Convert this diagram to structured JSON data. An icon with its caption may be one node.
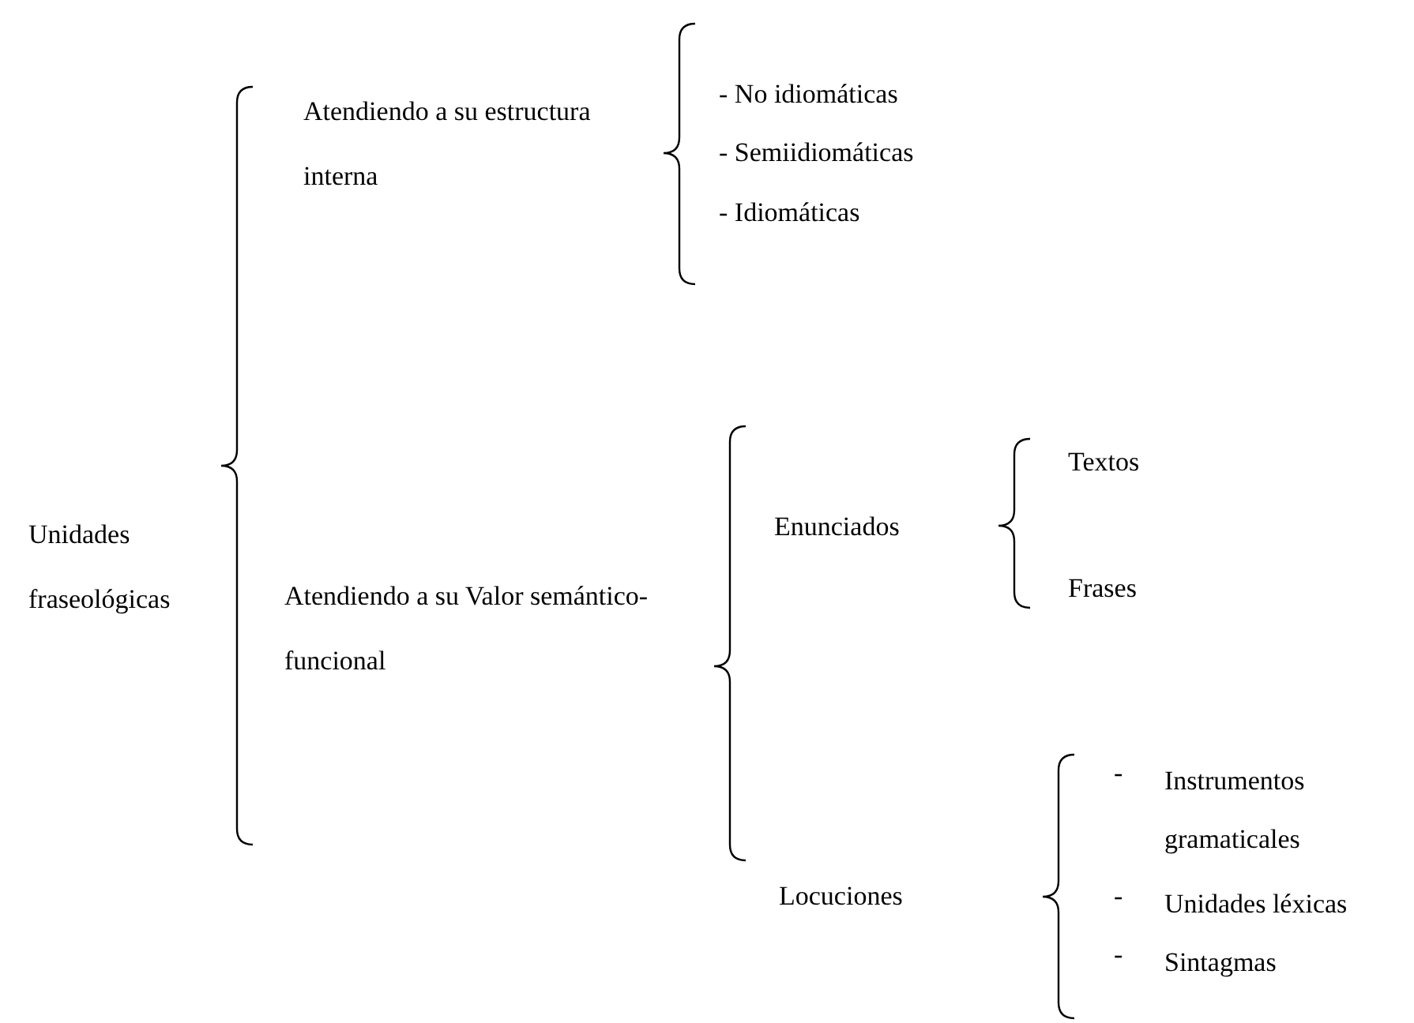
{
  "diagram": {
    "nodes": [
      {
        "text": [
          "Unidades fraseológicas"
        ]
      },
      {
        "text": [
          "Atendiendo a su estructura interna"
        ]
      },
      {
        "text": [
          "- No idiomáticas"
        ]
      },
      {
        "text": [
          "- Semiidiomáticas"
        ]
      },
      {
        "text": [
          "- Idiomáticas"
        ]
      },
      {
        "text": [
          "Atendiendo a su Valor semántico- funcional"
        ]
      },
      {
        "text": [
          "Enunciados"
        ]
      },
      {
        "text": [
          "Textos"
        ]
      },
      {
        "text": [
          "Frases"
        ]
      },
      {
        "text": [
          "Locuciones"
        ]
      },
      {
        "text": [
          "-",
          "Instrumentos gramaticales"
        ]
      },
      {
        "text": [
          "-",
          "Unidades léxicas"
        ]
      },
      {
        "text": [
          "-",
          "Sintagmas"
        ]
      }
    ]
  }
}
